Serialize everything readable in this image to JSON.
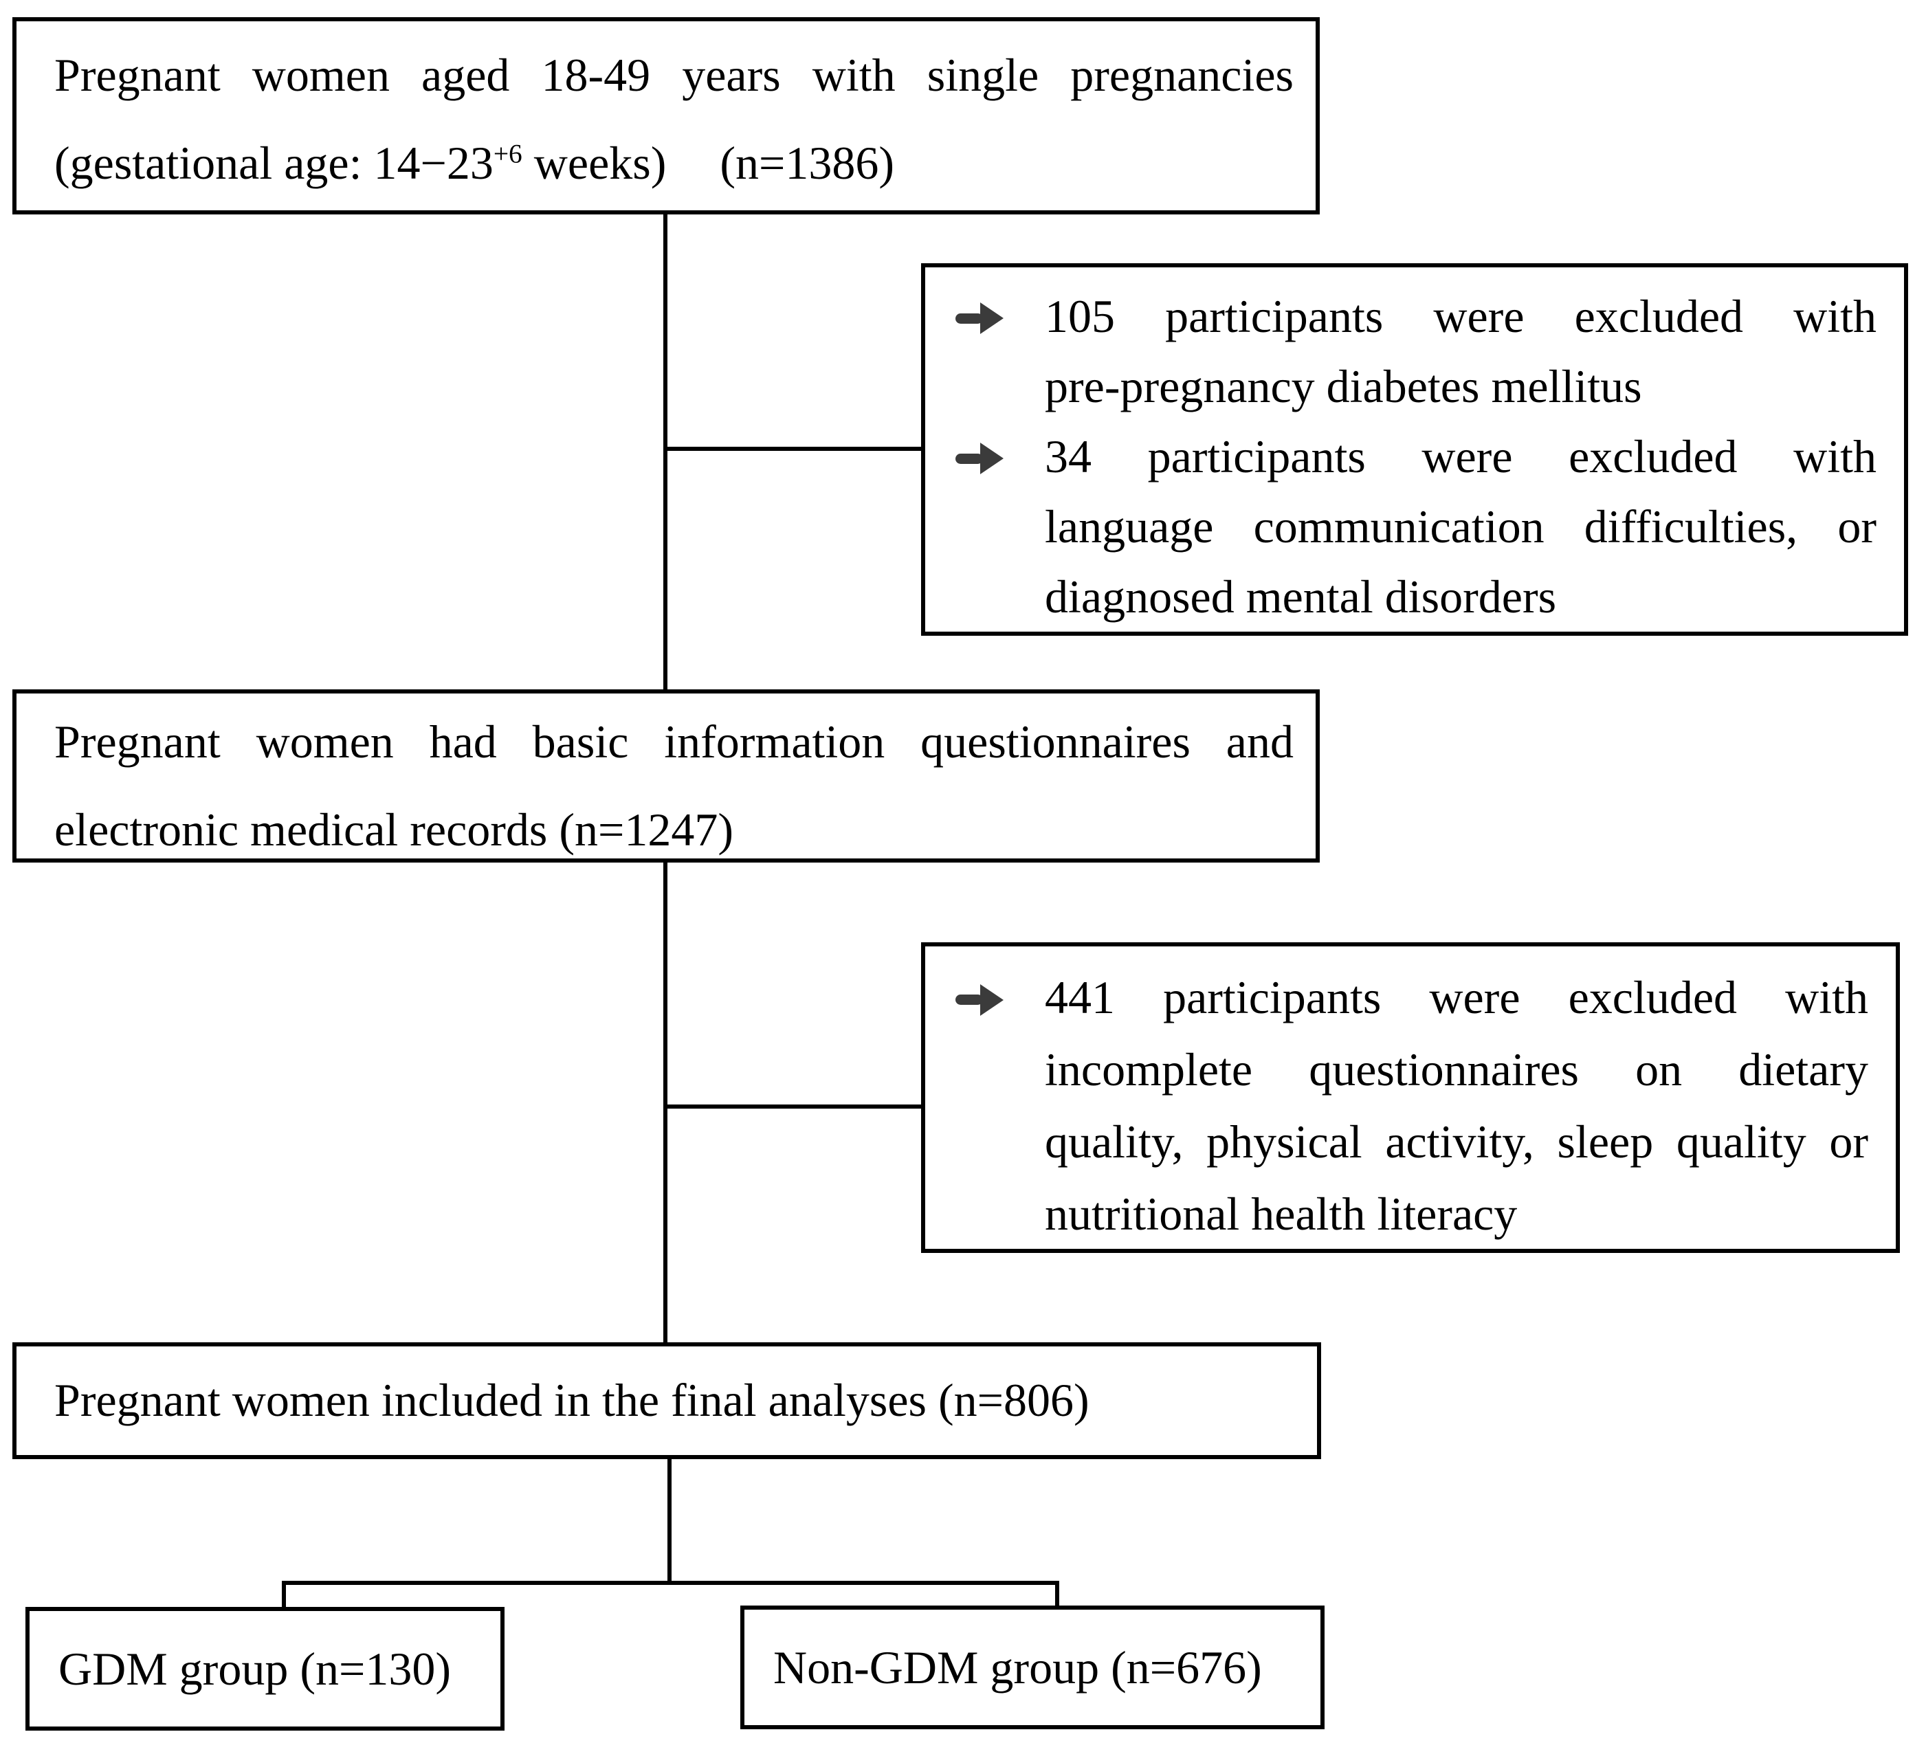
{
  "box1": {
    "line1": "Pregnant women aged 18-49 years with single pregnancies",
    "line2_pre": "(gestational age: 14−23",
    "line2_sup": "+6",
    "line2_post": " weeks)",
    "line2_n": "(n=1386)"
  },
  "excl1": {
    "items": [
      {
        "lines": [
          "105 participants were excluded with",
          "pre-pregnancy diabetes mellitus"
        ]
      },
      {
        "lines": [
          "34 participants were excluded with",
          "language communication difficulties, or",
          "diagnosed mental disorders"
        ]
      }
    ]
  },
  "box2": {
    "line1": "Pregnant women had basic information questionnaires and",
    "line2": "electronic medical records (n=1247)"
  },
  "excl2": {
    "items": [
      {
        "lines": [
          "441 participants were excluded with",
          "incomplete questionnaires on dietary",
          "quality, physical activity, sleep quality or",
          "nutritional health literacy"
        ]
      }
    ]
  },
  "box3": {
    "line1": "Pregnant women included in the final analyses (n=806)"
  },
  "gdm": {
    "label": "GDM group (n=130)"
  },
  "nongdm": {
    "label": "Non-GDM group (n=676)"
  },
  "colors": {
    "line": "#000000",
    "arrow": "#3b3b3b",
    "background": "#ffffff",
    "text": "#000000"
  }
}
